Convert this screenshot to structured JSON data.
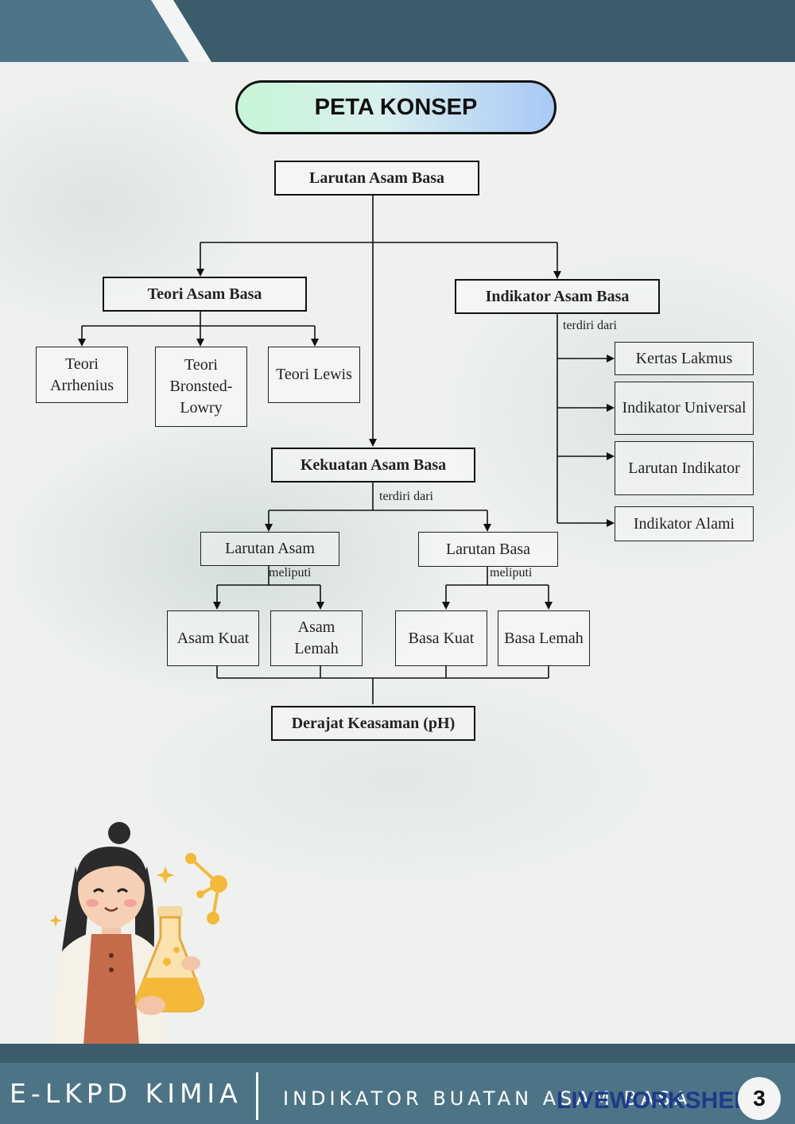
{
  "header": {
    "title": "PETA KONSEP"
  },
  "diagram": {
    "root": "Larutan Asam Basa",
    "teori": {
      "title": "Teori Asam Basa",
      "items": [
        "Teori Arrhenius",
        "Teori Bronsted-Lowry",
        "Teori Lewis"
      ]
    },
    "indikator": {
      "title": "Indikator Asam Basa",
      "connector": "terdiri dari",
      "items": [
        "Kertas Lakmus",
        "Indikator Universal",
        "Larutan Indikator",
        "Indikator Alami"
      ]
    },
    "kekuatan": {
      "title": "Kekuatan Asam Basa",
      "connector": "terdiri dari",
      "asam": {
        "title": "Larutan Asam",
        "connector": "meliputi",
        "items": [
          "Asam Kuat",
          "Asam Lemah"
        ]
      },
      "basa": {
        "title": "Larutan Basa",
        "connector": "meliputi",
        "items": [
          "Basa Kuat",
          "Basa Lemah"
        ]
      }
    },
    "result": "Derajat Keasaman (pH)"
  },
  "footer": {
    "left": "E-LKPD KIMIA",
    "right": "INDIKATOR BUATAN ASAM BASA",
    "page": "3",
    "watermark": "LIVEWORKSHEETS"
  },
  "colors": {
    "header_dark": "#3b5c6b",
    "header_light": "#4e7587",
    "footer": "#4d7486",
    "flask": "#f5b93a"
  }
}
